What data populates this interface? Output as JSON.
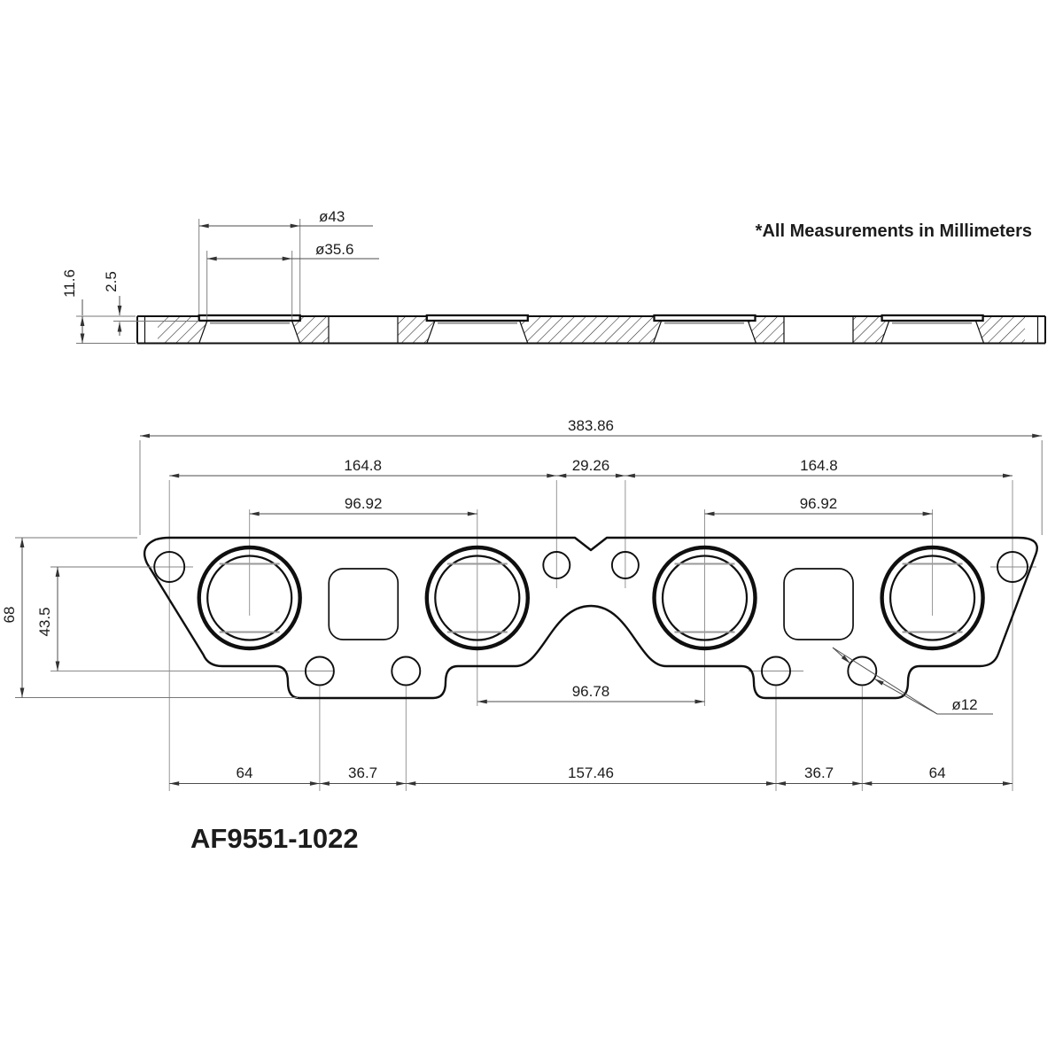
{
  "note": "*All Measurements in Millimeters",
  "part_number": "AF9551-1022",
  "section_view": {
    "thickness": "11.6",
    "recess_depth": "2.5",
    "seat_diameter": "ø43",
    "port_diameter": "ø35.6"
  },
  "main_view": {
    "overall_width": "383.86",
    "span_left": "164.8",
    "span_center": "29.26",
    "span_right": "164.8",
    "port_pitch_left": "96.92",
    "port_pitch_right": "96.92",
    "port_pitch_center": "96.78",
    "overall_height": "68",
    "hole_offset_vertical": "43.5",
    "bolt_hole_diameter": "ø12",
    "bottom_chain": [
      "64",
      "36.7",
      "157.46",
      "36.7",
      "64"
    ]
  }
}
